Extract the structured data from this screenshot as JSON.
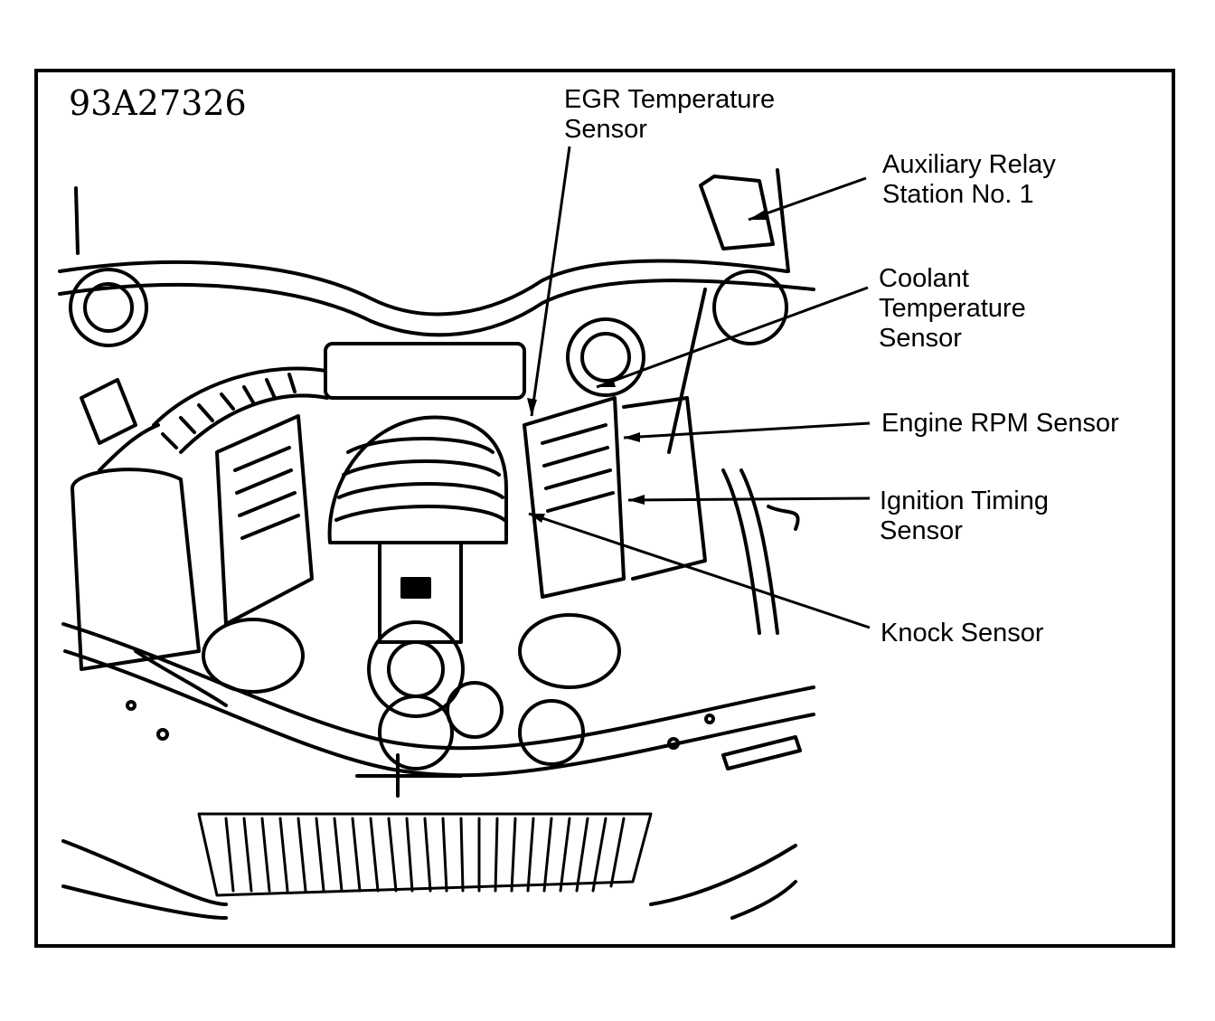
{
  "figure_id": "93A27326",
  "labels": {
    "egr": {
      "line1": "EGR Temperature",
      "line2": "Sensor"
    },
    "aux_relay": {
      "line1": "Auxiliary Relay",
      "line2": "Station No. 1"
    },
    "coolant": {
      "line1": "Coolant",
      "line2": "Temperature",
      "line3": "Sensor"
    },
    "rpm": {
      "line1": "Engine RPM Sensor"
    },
    "ignition": {
      "line1": "Ignition Timing",
      "line2": "Sensor"
    },
    "knock": {
      "line1": "Knock Sensor"
    }
  },
  "colors": {
    "ink": "#000000",
    "paper": "#ffffff"
  }
}
